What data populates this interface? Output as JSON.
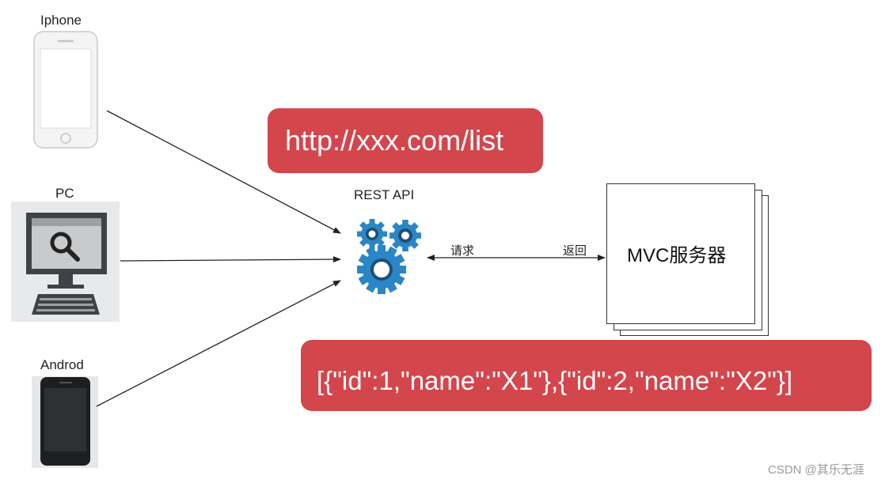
{
  "devices": [
    {
      "label": "Iphone"
    },
    {
      "label": "PC"
    },
    {
      "label": "Androd"
    }
  ],
  "request_url": "http://xxx.com/list",
  "api_label": "REST API",
  "request_label": "请求",
  "return_label": "返回",
  "server_label": "MVC服务器",
  "response_json": "[{\"id\":1,\"name\":\"X1\"},{\"id\":2,\"name\":\"X2\"}]",
  "watermark": "CSDN @其乐无涯",
  "colors": {
    "callout_red": "#d3464c",
    "gear_blue": "#2a86c4",
    "gear_dark": "#1c4f78"
  },
  "icons": {
    "iphone": "smartphone-icon",
    "pc": "desktop-computer-icon",
    "android": "android-phone-icon",
    "api": "gears-icon"
  }
}
